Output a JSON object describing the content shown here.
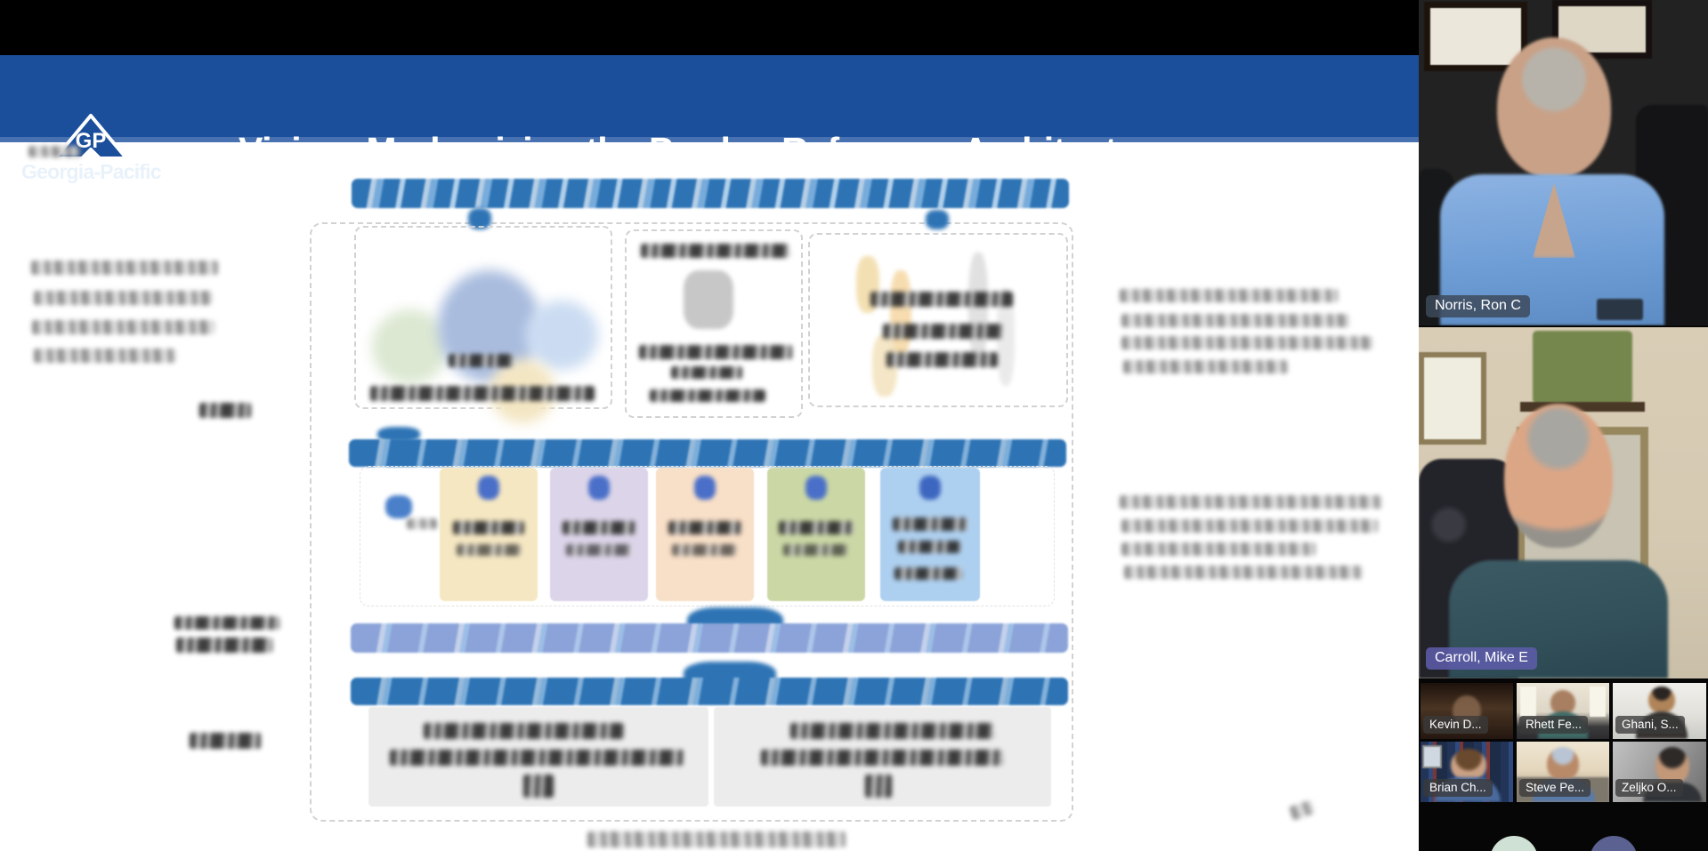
{
  "slide": {
    "title": "Vision: Modernizing the Purdue Reference Architecture",
    "logo": {
      "monogram": "GP",
      "company": "Georgia-Pacific"
    },
    "content_note": "diagram content pixelated/redacted"
  },
  "colors": {
    "header_blue": "#1b4f9c",
    "diagram_blue": "#2e74b5",
    "light_blue_bar": "#8ba3d8",
    "card_yellow": "#f5e7c2",
    "card_lavender": "#dcd4e9",
    "card_peach": "#f8dfc7",
    "card_green": "#cbd8a5",
    "card_blue": "#aed0f0",
    "gray_panel": "#ececec",
    "norris_label_bg": "#3d4a5cd9",
    "carroll_label_bg": "#5e5caade",
    "avatar_mint": "#cfe0d4",
    "avatar_slate": "#5b6191"
  },
  "participants": {
    "featured": [
      {
        "name": "Norris, Ron C"
      },
      {
        "name": "Carroll, Mike E"
      }
    ],
    "thumbnails": [
      {
        "name": "Kevin D..."
      },
      {
        "name": "Rhett Fe..."
      },
      {
        "name": "Ghani, S..."
      },
      {
        "name": "Brian Ch..."
      },
      {
        "name": "Steve Pe..."
      },
      {
        "name": "Zeljko O..."
      }
    ]
  }
}
